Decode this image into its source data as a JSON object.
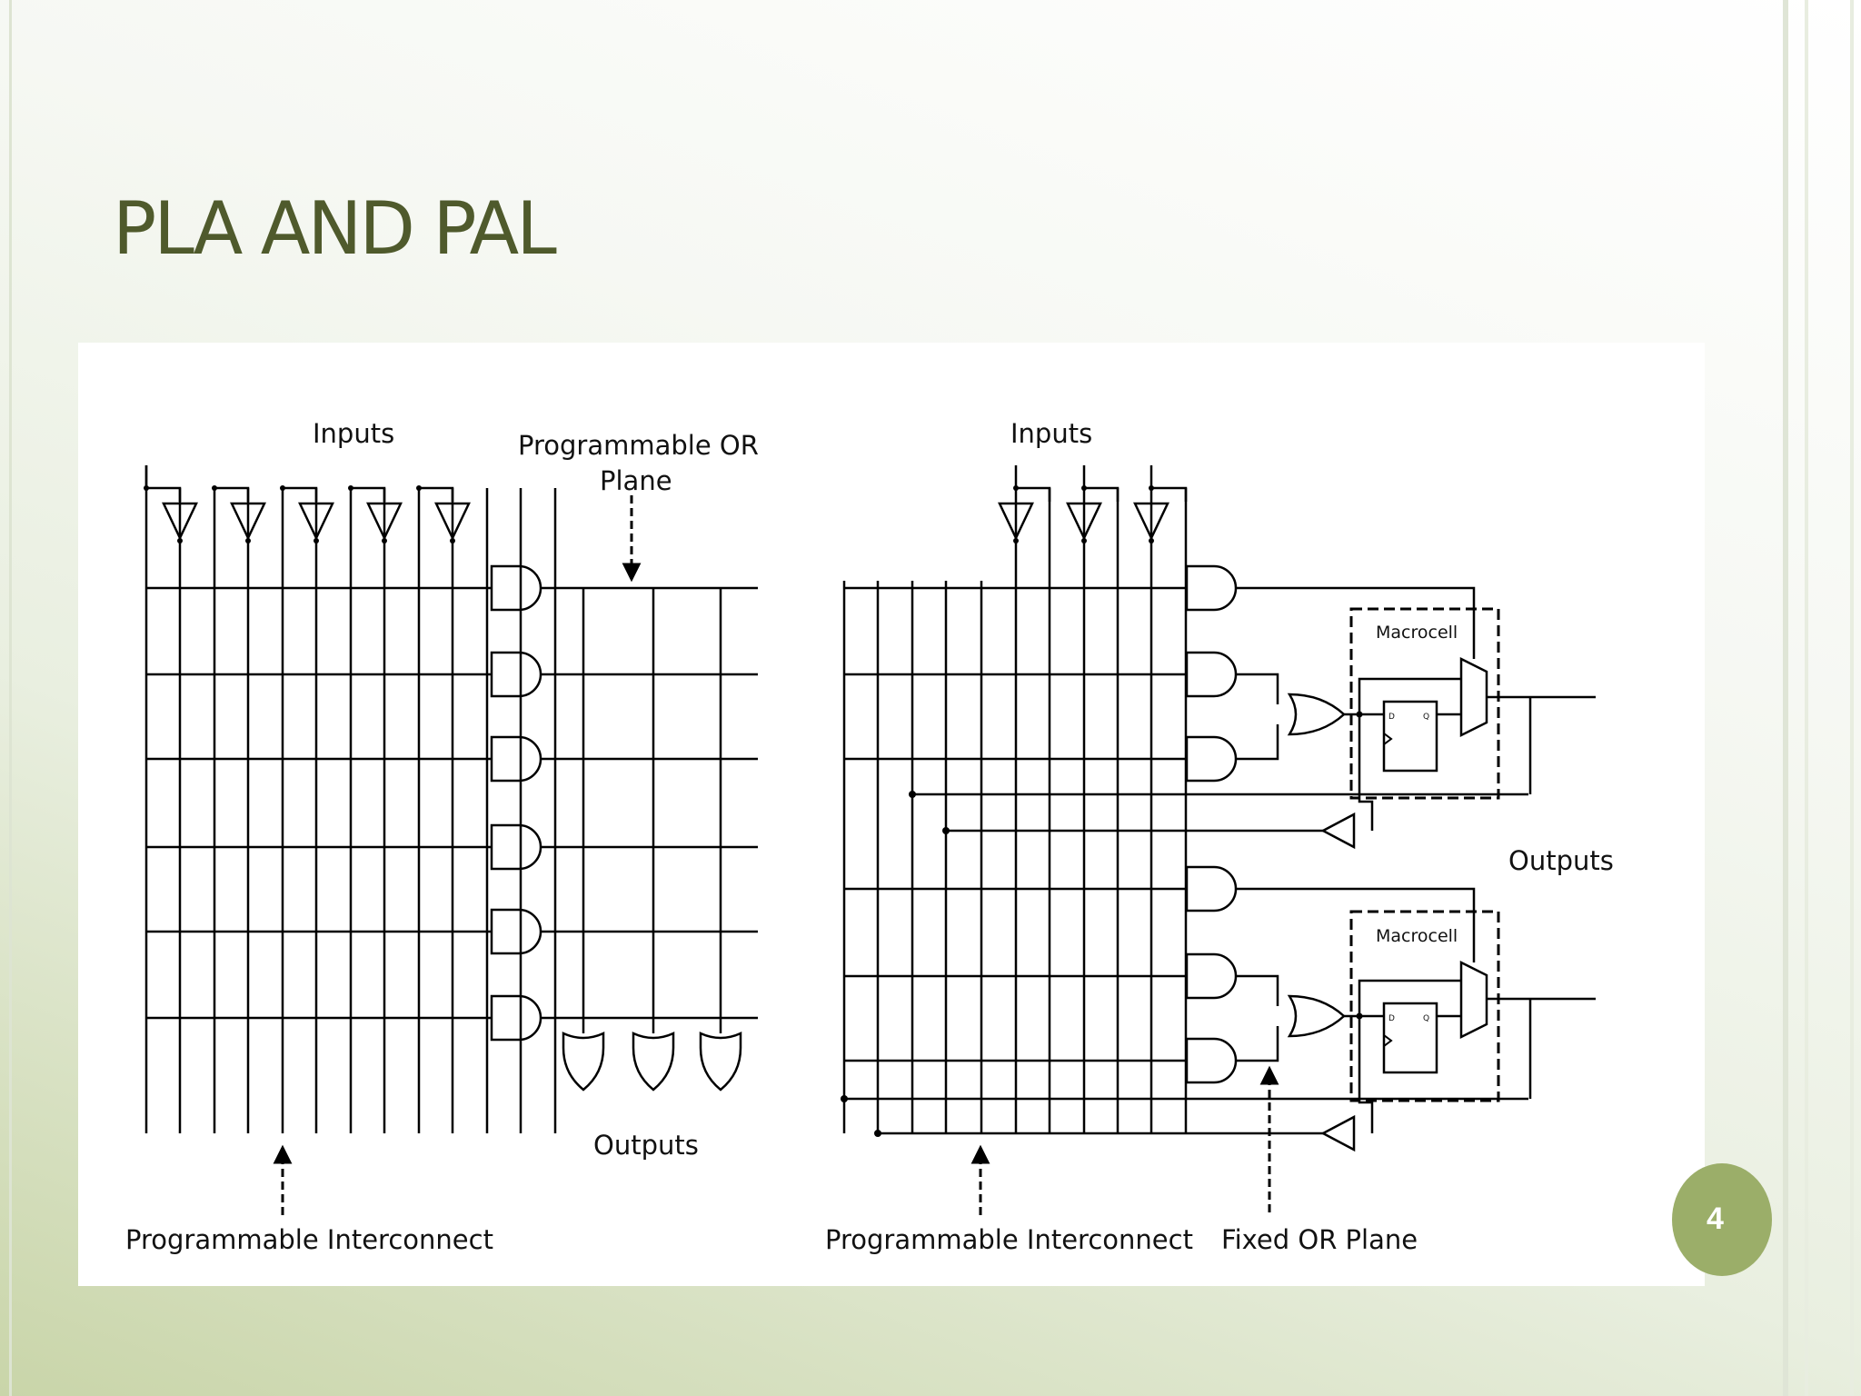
{
  "slide": {
    "title": "PLA AND PAL",
    "page_number": "4"
  },
  "pla": {
    "inputs_label": "Inputs",
    "or_plane_label_line1": "Programmable OR",
    "or_plane_label_line2": "Plane",
    "outputs_label": "Outputs",
    "interconnect_label": "Programmable Interconnect"
  },
  "pal": {
    "inputs_label": "Inputs",
    "outputs_label": "Outputs",
    "macrocell_label": "Macrocell",
    "ff_d": "D",
    "ff_q": "Q",
    "interconnect_label": "Programmable Interconnect",
    "fixed_or_label": "Fixed OR Plane"
  },
  "colors": {
    "title": "#4f5a2c",
    "accent": "#9bae69"
  }
}
